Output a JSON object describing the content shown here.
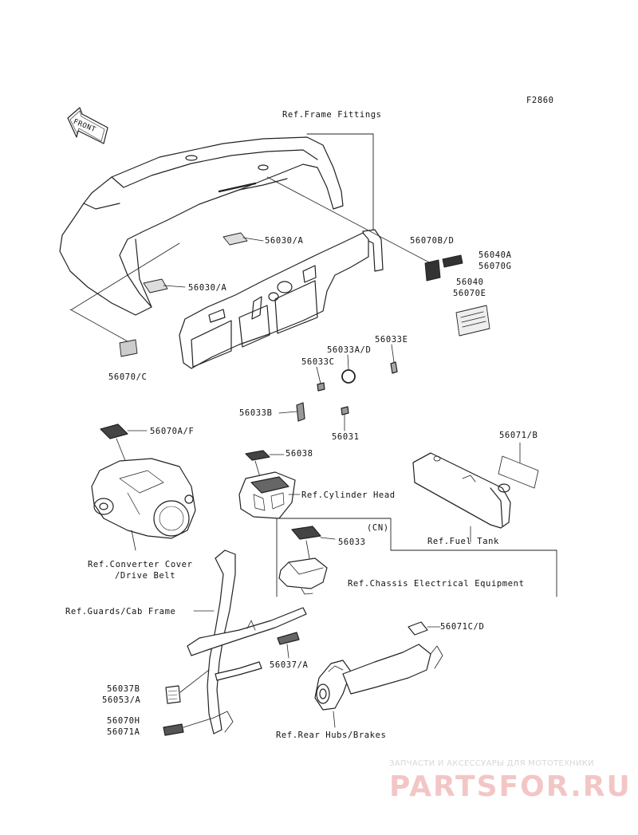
{
  "figure_code": "F2860",
  "front_label": "FRONT",
  "labels": {
    "ref_frame_fittings": "Ref.Frame Fittings",
    "p56030_a_1": "56030/A",
    "p56030_a_2": "56030/A",
    "p56070b_d": "56070B/D",
    "p56040a": "56040A",
    "p56070g": "56070G",
    "p56040": "56040",
    "p56070e": "56070E",
    "p56070_c": "56070/C",
    "p56033e": "56033E",
    "p56033a_d": "56033A/D",
    "p56033c": "56033C",
    "p56033b": "56033B",
    "p56031": "56031",
    "p56070a_f": "56070A/F",
    "p56038": "56038",
    "ref_cylinder_head": "Ref.Cylinder Head",
    "p56071_b": "56071/B",
    "ref_fuel_tank": "Ref.Fuel Tank",
    "cn": "(CN)",
    "p56033": "56033",
    "ref_chassis_electrical": "Ref.Chassis Electrical Equipment",
    "ref_converter_cover": "Ref.Converter Cover",
    "drive_belt": "/Drive Belt",
    "ref_guards_cab_frame": "Ref.Guards/Cab Frame",
    "p56071c_d": "56071C/D",
    "p56037_a": "56037/A",
    "p56037b": "56037B",
    "p56053_a": "56053/A",
    "p56070h": "56070H",
    "p56071a": "56071A",
    "ref_rear_hubs_brakes": "Ref.Rear Hubs/Brakes"
  },
  "watermark": {
    "subtitle": "ЗАПЧАСТИ И АКСЕССУАРЫ ДЛЯ МОТОТЕХНИКИ",
    "brand": "PARTSFOR.RU"
  }
}
